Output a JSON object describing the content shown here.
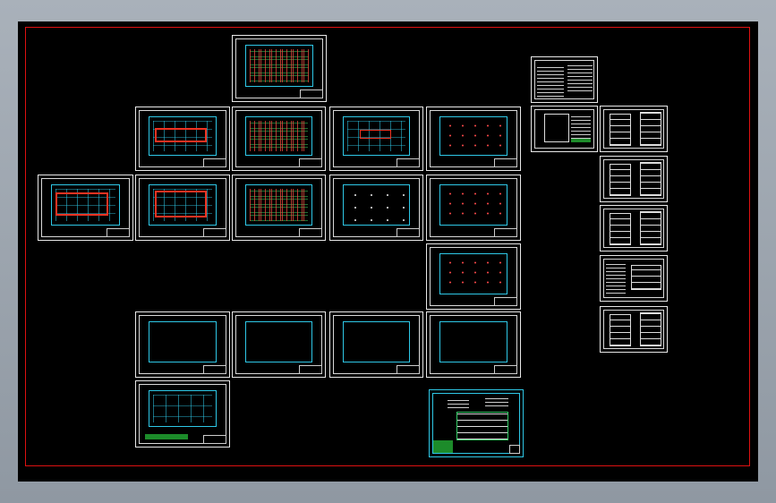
{
  "window": {
    "title": ""
  },
  "canvas": {
    "background": "#000000",
    "border_color": "#dd1111"
  },
  "sheets": [
    {
      "id": "a1",
      "type": "floor-plan-dense"
    },
    {
      "id": "b1",
      "type": "floor-plan-wall"
    },
    {
      "id": "b2",
      "type": "floor-plan-dense"
    },
    {
      "id": "b3",
      "type": "floor-plan"
    },
    {
      "id": "b4",
      "type": "floor-plan-red-dots"
    },
    {
      "id": "c0",
      "type": "floor-plan-wall"
    },
    {
      "id": "c1",
      "type": "floor-plan-wall"
    },
    {
      "id": "c2",
      "type": "floor-plan-dense"
    },
    {
      "id": "c3",
      "type": "floor-plan-dots"
    },
    {
      "id": "c4",
      "type": "floor-plan-red-dots"
    },
    {
      "id": "d4",
      "type": "floor-plan-red-dots"
    },
    {
      "id": "e1",
      "type": "floor-plan-empty"
    },
    {
      "id": "e2",
      "type": "floor-plan-empty"
    },
    {
      "id": "e3",
      "type": "floor-plan-empty"
    },
    {
      "id": "e4",
      "type": "floor-plan-empty"
    },
    {
      "id": "f1",
      "type": "grid-plan"
    },
    {
      "id": "f4",
      "type": "system-diagram"
    },
    {
      "id": "n1",
      "type": "notes-sheet"
    },
    {
      "id": "n2",
      "type": "legend-sheet"
    },
    {
      "id": "s1",
      "type": "schematic"
    },
    {
      "id": "s2",
      "type": "schematic"
    },
    {
      "id": "s3",
      "type": "schematic"
    },
    {
      "id": "s4",
      "type": "schematic"
    },
    {
      "id": "s5",
      "type": "schematic"
    }
  ]
}
